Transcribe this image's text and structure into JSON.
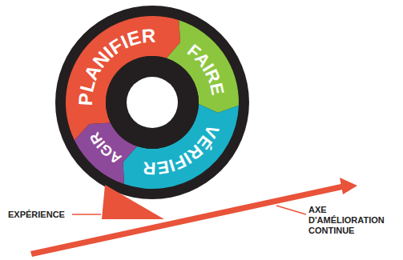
{
  "diagram": {
    "nodes": [
      {
        "text": [
          "PLANIFIER"
        ]
      },
      {
        "text": [
          "FAIRE"
        ]
      },
      {
        "text": [
          "VÉRIFIER"
        ]
      },
      {
        "text": [
          "AGIR"
        ]
      }
    ],
    "labels": [
      "EXPÉRIENCE",
      "AXE D'AMÉLIORATION CONTINUE"
    ]
  }
}
